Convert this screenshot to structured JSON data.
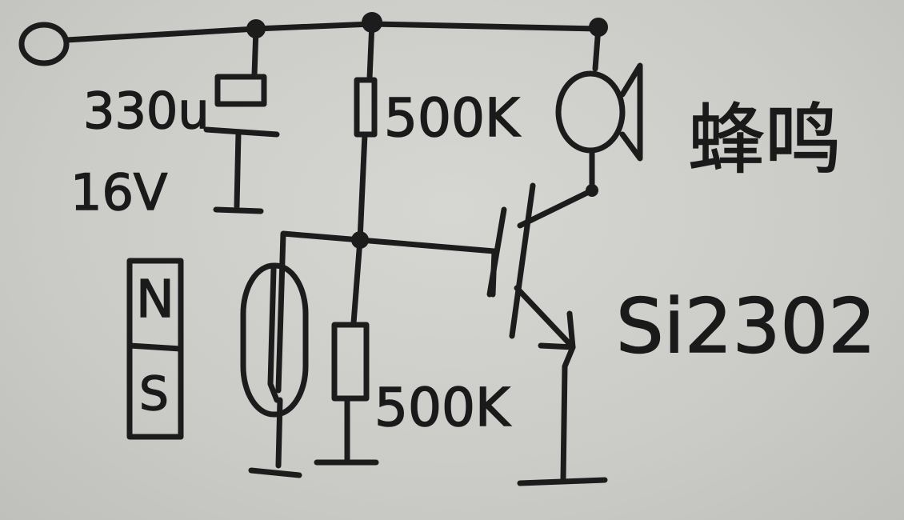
{
  "labels": {
    "capacitor_value": "330u",
    "capacitor_voltage": "16V",
    "resistor_top": "500K",
    "resistor_bottom": "500K",
    "buzzer": "蜂鸣",
    "transistor": "Si2302",
    "magnet_north": "N",
    "magnet_south": "S"
  }
}
